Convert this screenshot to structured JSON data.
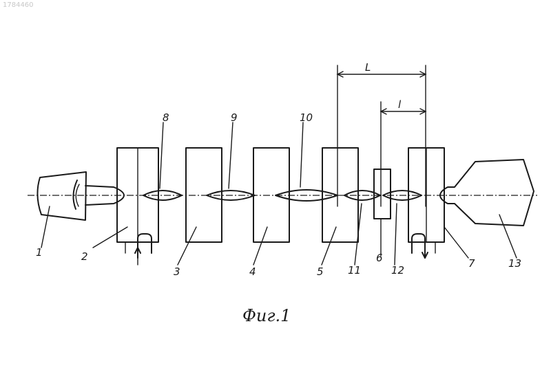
{
  "header": {
    "document_number": "1784460"
  },
  "labels": {
    "feeder": "1",
    "stand_2": "2",
    "stand_3": "3",
    "stand_4": "4",
    "stand_5": "5",
    "stand_6": "6",
    "stand_7": "7",
    "billet_8": "8",
    "billet_9": "9",
    "billet_10": "10",
    "billet_11": "11",
    "billet_12": "12",
    "receiver": "13"
  },
  "dimensions": {
    "outer": "L",
    "inner": "l"
  },
  "caption": "Фиг.1"
}
